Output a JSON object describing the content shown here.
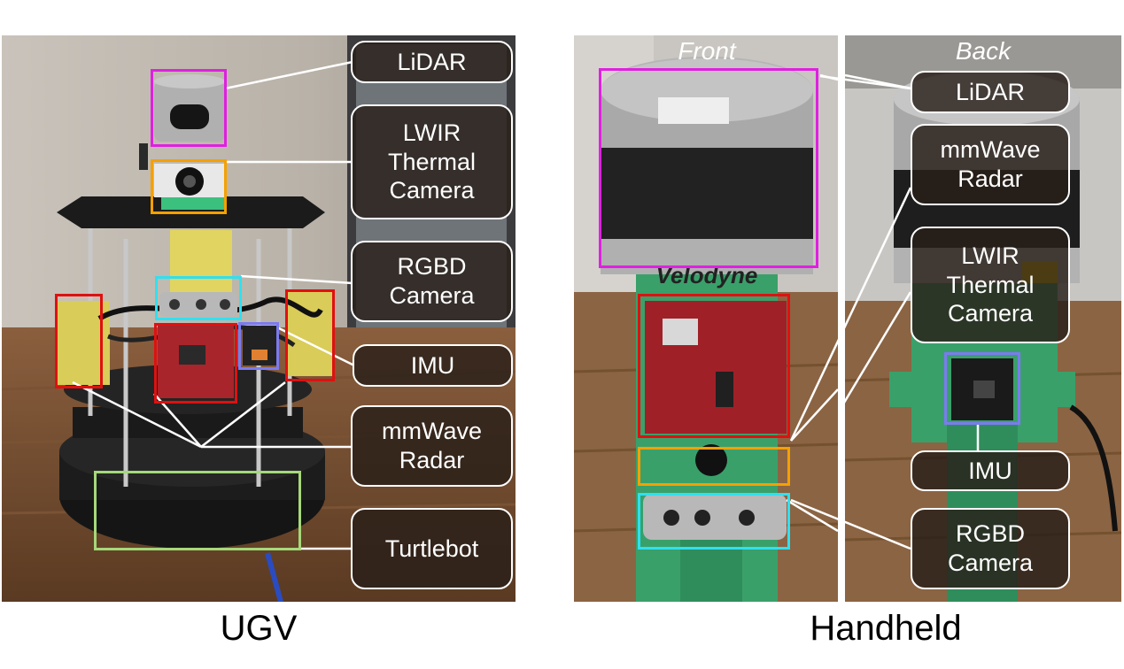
{
  "figure": {
    "captions": {
      "left": "UGV",
      "right": "Handheld"
    },
    "handheld_views": {
      "front": "Front",
      "back": "Back"
    },
    "ugv_labels": {
      "lidar": "LiDAR",
      "thermal": "LWIR\nThermal\nCamera",
      "rgbd": "RGBD\nCamera",
      "imu": "IMU",
      "radar": "mmWave\nRadar",
      "turtlebot": "Turtlebot"
    },
    "handheld_labels": {
      "lidar": "LiDAR",
      "radar": "mmWave\nRadar",
      "thermal": "LWIR\nThermal\nCamera",
      "imu": "IMU",
      "rgbd": "RGBD\nCamera"
    },
    "brand_mark": "Velodyne",
    "colors": {
      "lidar": "#e020e0",
      "thermal": "#f5a000",
      "rgbd": "#30e0f0",
      "imu": "#7b7bf0",
      "radar": "#e01010",
      "turtlebot": "#a6d87a"
    }
  }
}
